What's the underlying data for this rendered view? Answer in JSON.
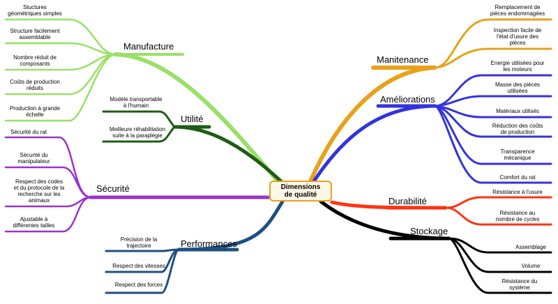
{
  "center": {
    "line1": "Dimensions",
    "line2": "de qualité"
  },
  "colors": {
    "manufacture": "#99e066",
    "utilite": "#1f5c14",
    "securite": "#9933cc",
    "performances": "#1f4f80",
    "maintenance": "#e8a21a",
    "ameliorations": "#3333dd",
    "durabilite": "#ff3311",
    "stockage": "#000000",
    "center_border": "#e8a020"
  },
  "branches": {
    "manufacture": {
      "label": "Manufacture",
      "leaves": [
        [
          "Stuctures",
          "géométriques simples"
        ],
        [
          "Structure facilement",
          "assemblable"
        ],
        [
          "Nombre réduit de",
          "composants"
        ],
        [
          "Coûts de production",
          "réduits"
        ],
        [
          "Production à grande",
          "échelle"
        ]
      ]
    },
    "utilite": {
      "label": "Utilité",
      "leaves": [
        [
          "Modèle transportable",
          "à l'humain"
        ],
        [
          "Meilleure réhabilitation",
          "suite à la paraplégie"
        ]
      ]
    },
    "securite": {
      "label": "Sécurité",
      "leaves": [
        [
          "Sécurité du rat"
        ],
        [
          "Sécurité du",
          "manipulateur"
        ],
        [
          "Respect des codes",
          "et du protocole de la",
          "recherche sur les",
          "animaux"
        ],
        [
          "Ajustable à",
          "différentes tailles"
        ]
      ]
    },
    "performances": {
      "label": "Performances",
      "leaves": [
        [
          "Précision de la",
          "trajectoire"
        ],
        [
          "Respect des vitesses"
        ],
        [
          "Respect des forces"
        ]
      ]
    },
    "maintenance": {
      "label": "Manitenance",
      "leaves": [
        [
          "Remplacement de",
          "pièces endommagées"
        ],
        [
          "Inspection facile de",
          "l'état d'usure des",
          "pièces"
        ]
      ]
    },
    "ameliorations": {
      "label": "Améliorations",
      "leaves": [
        [
          "Energie utilisées pour",
          "les moteurs"
        ],
        [
          "Masse des pièces",
          "utilisées"
        ],
        [
          "Matériaux utilisés"
        ],
        [
          "Réduction des coûts",
          "de production"
        ],
        [
          "Transparence",
          "mécanique"
        ],
        [
          "Comfort du rat"
        ]
      ]
    },
    "durabilite": {
      "label": "Durabilité",
      "leaves": [
        [
          "Résistance à l'usure"
        ],
        [
          "Résistance au",
          "nombre de cycles"
        ]
      ]
    },
    "stockage": {
      "label": "Stockage",
      "leaves": [
        [
          "Assemblage"
        ],
        [
          "Volume"
        ],
        [
          "Résistance du",
          "système"
        ]
      ]
    }
  }
}
